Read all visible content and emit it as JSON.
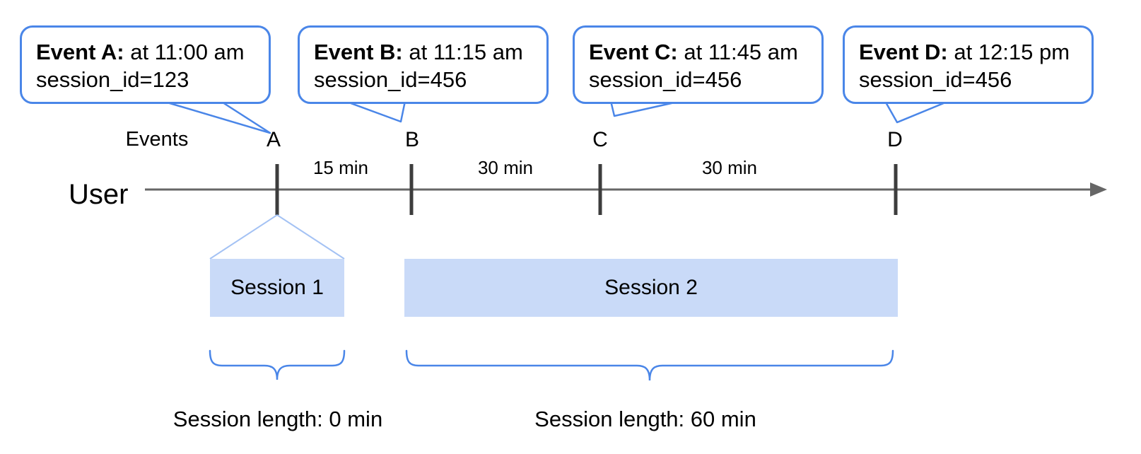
{
  "bubbles": [
    {
      "event": "Event A:",
      "time": " at 11:00 am",
      "session_id": "session_id=123"
    },
    {
      "event": "Event B:",
      "time": " at 11:15 am",
      "session_id": "session_id=456"
    },
    {
      "event": "Event C:",
      "time": " at 11:45 am",
      "session_id": "session_id=456"
    },
    {
      "event": "Event D:",
      "time": " at 12:15 pm",
      "session_id": "session_id=456"
    }
  ],
  "timeline": {
    "events_label": "Events",
    "user_label": "User",
    "letters": [
      "A",
      "B",
      "C",
      "D"
    ],
    "gaps": [
      "15 min",
      "30 min",
      "30 min"
    ]
  },
  "sessions": [
    {
      "label": "Session 1",
      "length_label": "Session length: 0 min"
    },
    {
      "label": "Session 2",
      "length_label": "Session length: 60 min"
    }
  ],
  "colors": {
    "accent_blue": "#4a86e8",
    "light_blue": "#a4c2f4",
    "session_fill": "#c9daf8",
    "axis_gray": "#666666",
    "tick_gray": "#3d3d3d",
    "text_black": "#000000"
  }
}
